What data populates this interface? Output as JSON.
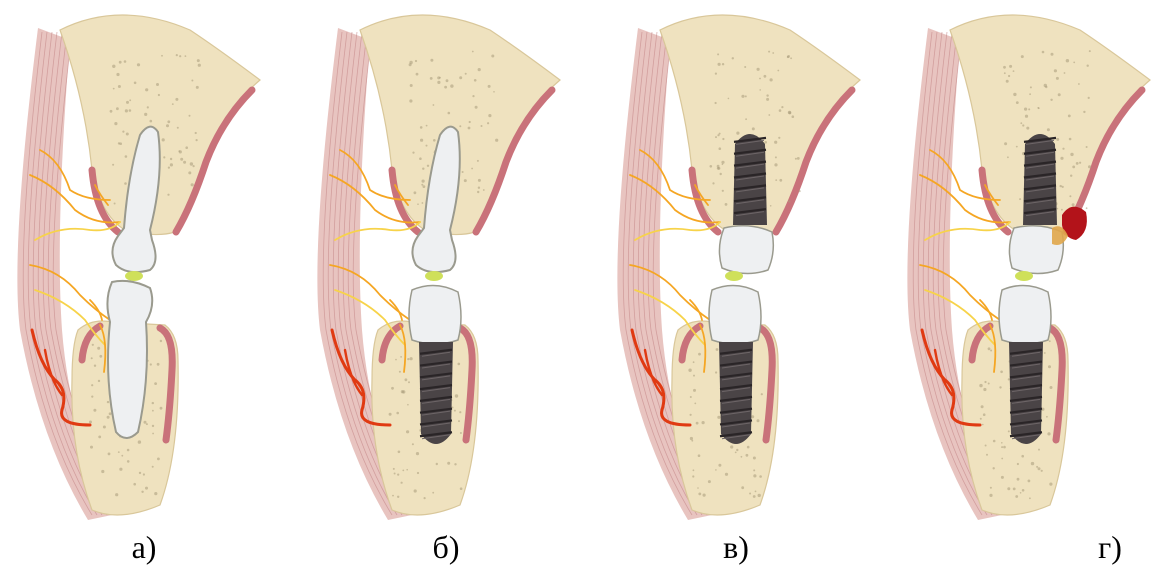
{
  "panels": [
    {
      "caption": "а)",
      "upper": "tooth",
      "lower": "tooth",
      "bone_loss": false
    },
    {
      "caption": "б)",
      "upper": "tooth",
      "lower": "implant",
      "bone_loss": false
    },
    {
      "caption": "в)",
      "upper": "implant",
      "lower": "implant",
      "bone_loss": false
    },
    {
      "caption": "г)",
      "upper": "implant",
      "lower": "implant",
      "bone_loss": true
    }
  ],
  "colors": {
    "bone": "#efe2bf",
    "bone_stroke": "#d9c79a",
    "gum": "#c9727a",
    "muscle": "#e8c4c0",
    "muscle_line": "#c98f8f",
    "nerve": "#f5a623",
    "nerve_light": "#f7d34a",
    "vessel": "#e03a12",
    "tooth": "#eef0f2",
    "tooth_stroke": "#9a9a8e",
    "implant": "#4a4446",
    "contact": "#cfe05a",
    "inflammation": "#b3131a"
  }
}
